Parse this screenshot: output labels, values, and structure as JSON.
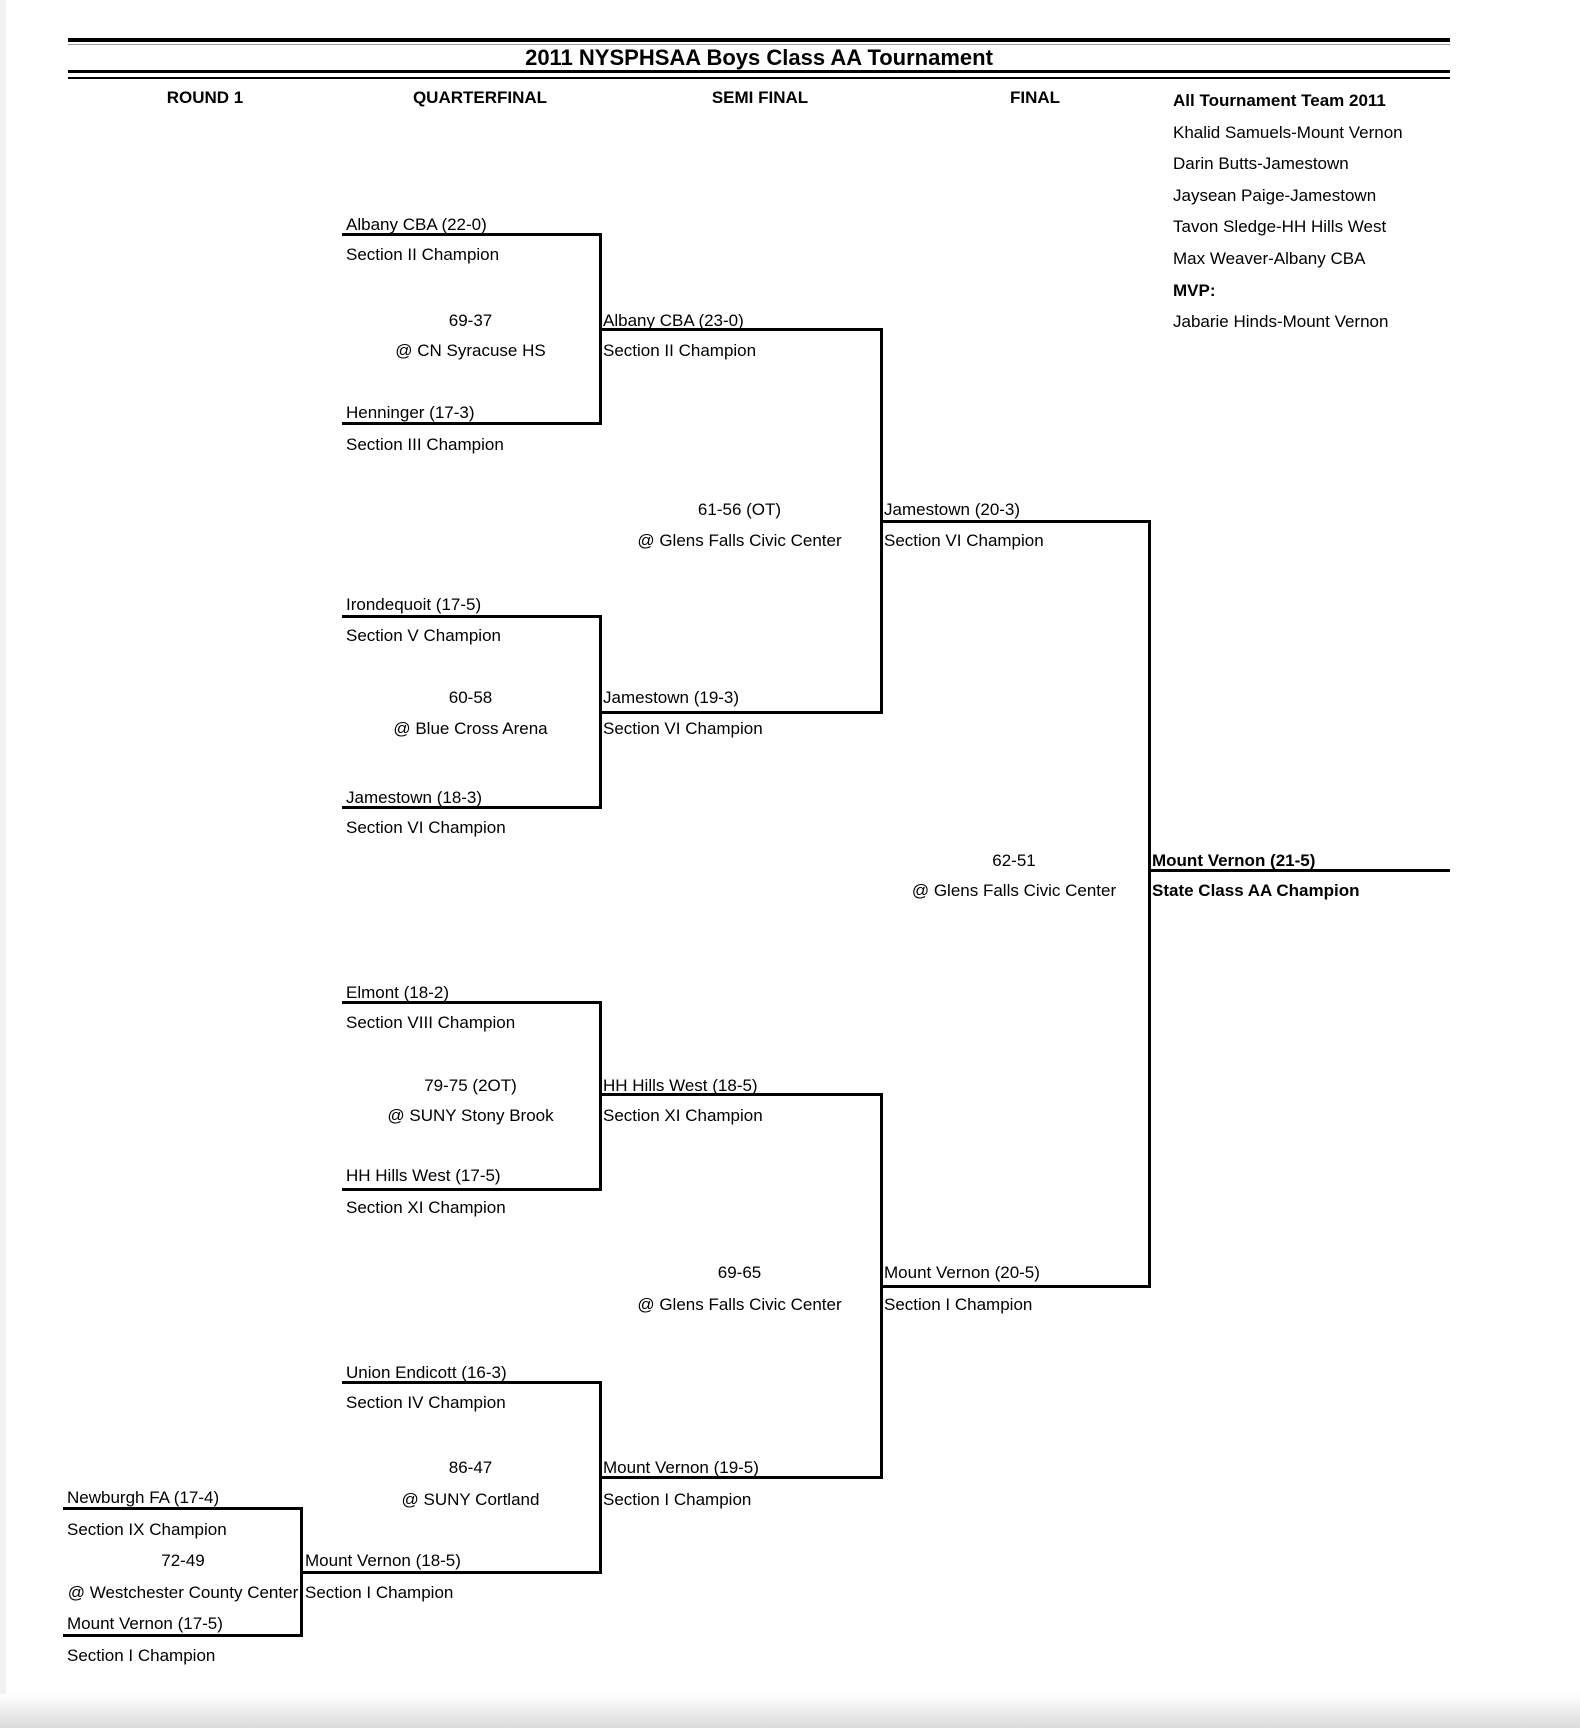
{
  "page": {
    "title": "2011 NYSPHSAA Boys Class AA Tournament"
  },
  "headers": {
    "round1": "ROUND 1",
    "quarterfinal": "QUARTERFINAL",
    "semifinal": "SEMI FINAL",
    "final": "FINAL"
  },
  "all_tournament": {
    "heading": "All Tournament Team 2011",
    "players": [
      "Khalid Samuels-Mount Vernon",
      "Darin Butts-Jamestown",
      "Jaysean Paige-Jamestown",
      "Tavon Sledge-HH Hills West",
      "Max Weaver-Albany CBA"
    ],
    "mvp_label": "MVP:",
    "mvp": "Jabarie Hinds-Mount Vernon"
  },
  "bracket": {
    "r1m1": {
      "top_team": "Newburgh FA (17-4)",
      "top_sub": "Section IX Champion",
      "score": "72-49",
      "venue": "@ Westchester County Center",
      "bottom_team": "Mount Vernon (17-5)",
      "bottom_sub": "Section I Champion"
    },
    "qf1": {
      "top_team": "Albany CBA (22-0)",
      "top_sub": "Section II Champion",
      "score": "69-37",
      "venue": "@ CN Syracuse HS",
      "bottom_team": "Henninger (17-3)",
      "bottom_sub": "Section III Champion"
    },
    "qf2": {
      "top_team": "Irondequoit (17-5)",
      "top_sub": "Section V Champion",
      "score": "60-58",
      "venue": "@ Blue Cross Arena",
      "bottom_team": "Jamestown (18-3)",
      "bottom_sub": "Section VI Champion"
    },
    "qf3": {
      "top_team": "Elmont (18-2)",
      "top_sub": "Section VIII Champion",
      "score": "79-75 (2OT)",
      "venue": "@ SUNY Stony Brook",
      "bottom_team": "HH Hills West (17-5)",
      "bottom_sub": "Section XI Champion"
    },
    "qf4": {
      "top_team": "Union Endicott (16-3)",
      "top_sub": "Section IV Champion",
      "score": "86-47",
      "venue": "@ SUNY Cortland",
      "bottom_team": "Mount Vernon (18-5)",
      "bottom_sub": "Section I Champion"
    },
    "sf1": {
      "top_team": "Albany CBA (23-0)",
      "top_sub": "Section II Champion",
      "score": "61-56 (OT)",
      "venue": "@ Glens Falls Civic Center",
      "bottom_team": "Jamestown (19-3)",
      "bottom_sub": "Section VI Champion"
    },
    "sf2": {
      "top_team": "HH Hills West (18-5)",
      "top_sub": "Section XI Champion",
      "score": "69-65",
      "venue": "@ Glens Falls Civic Center",
      "bottom_team": "Mount Vernon (19-5)",
      "bottom_sub": "Section I Champion"
    },
    "final": {
      "top_team": "Jamestown (20-3)",
      "top_sub": "Section VI Champion",
      "score": "62-51",
      "venue": "@ Glens Falls Civic Center",
      "bottom_team": "Mount Vernon (20-5)",
      "bottom_sub": "Section I Champion"
    },
    "champion": {
      "team": "Mount Vernon (21-5)",
      "sub": "State Class AA Champion"
    }
  }
}
